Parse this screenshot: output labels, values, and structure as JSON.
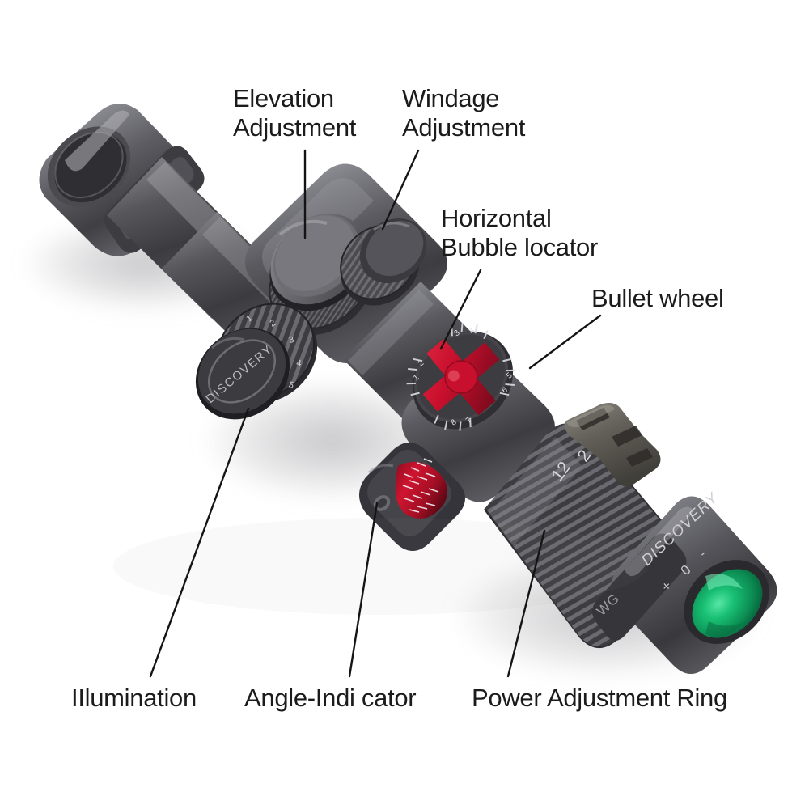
{
  "diagram": {
    "title": "Rifle Scope Component Callout Diagram",
    "background_color": "#ffffff",
    "label_color": "#1b1b1b"
  },
  "callouts": [
    {
      "id": "elevation-adjustment",
      "line1": "Elevation",
      "line2": "Adjustment"
    },
    {
      "id": "windage-adjustment",
      "line1": "Windage",
      "line2": "Adjustment"
    },
    {
      "id": "horizontal-bubble-locator",
      "line1": "Horizontal",
      "line2": "Bubble locator"
    },
    {
      "id": "bullet-wheel",
      "line1": "Bullet wheel",
      "line2": ""
    },
    {
      "id": "illumination",
      "line1": "IIlumination",
      "line2": ""
    },
    {
      "id": "angle-indicator",
      "line1": "Angle-Indi cator",
      "line2": ""
    },
    {
      "id": "power-adjustment-ring",
      "line1": "Power Adjustment Ring",
      "line2": ""
    }
  ],
  "product": {
    "brand": "DISCOVERY",
    "illumination_cap_brand": "DISCOVERY",
    "eyepiece_brand": "DISCOVERY",
    "model_text": "WG",
    "diopter_marks": {
      "plus": "+",
      "zero": "0",
      "minus": "-"
    },
    "power_ring_marks": {
      "high": "12",
      "low": "2"
    },
    "illumination_detents": [
      "1",
      "2",
      "3",
      "4",
      "5",
      "6"
    ]
  },
  "colors": {
    "body_dark": "#3a3a3e",
    "body_mid": "#5a5a5f",
    "body_light": "#8e8e92",
    "accent_red": "#c8102e",
    "lens_green": "#10a860",
    "label_black": "#1b1b1b",
    "background": "#ffffff"
  }
}
